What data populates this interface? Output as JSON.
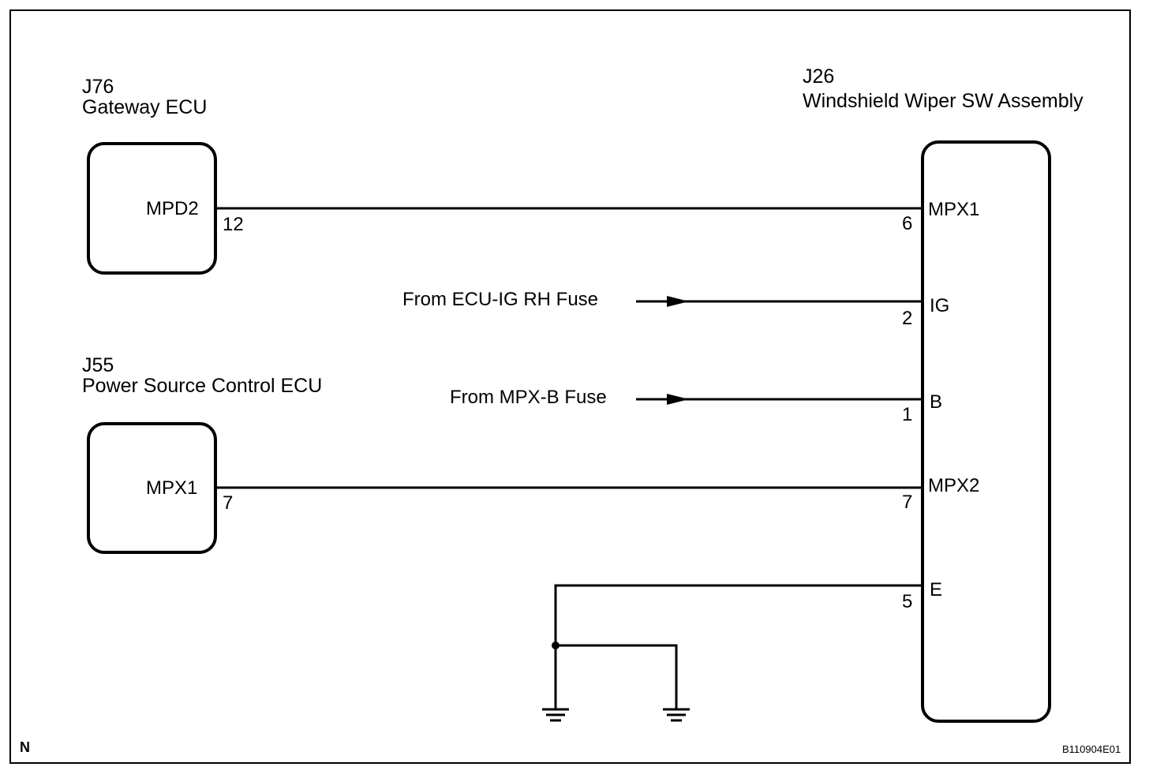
{
  "footer": {
    "corner_label": "N",
    "figure_code": "B110904E01"
  },
  "gateway_ecu": {
    "connector": "J76",
    "name": "Gateway ECU",
    "terminal_name": "MPD2",
    "pin": "12"
  },
  "power_source_ecu": {
    "connector": "J55",
    "name": "Power Source Control ECU",
    "terminal_name": "MPX1",
    "pin": "7"
  },
  "wiper_switch": {
    "connector": "J26",
    "name": "Windshield Wiper SW Assembly",
    "terminals": [
      {
        "pin": "6",
        "name": "MPX1"
      },
      {
        "pin": "2",
        "name": "IG"
      },
      {
        "pin": "1",
        "name": "B"
      },
      {
        "pin": "7",
        "name": "MPX2"
      },
      {
        "pin": "5",
        "name": "E"
      }
    ]
  },
  "inputs": {
    "ig_fuse": "From ECU-IG RH Fuse",
    "b_fuse": "From MPX-B Fuse"
  }
}
